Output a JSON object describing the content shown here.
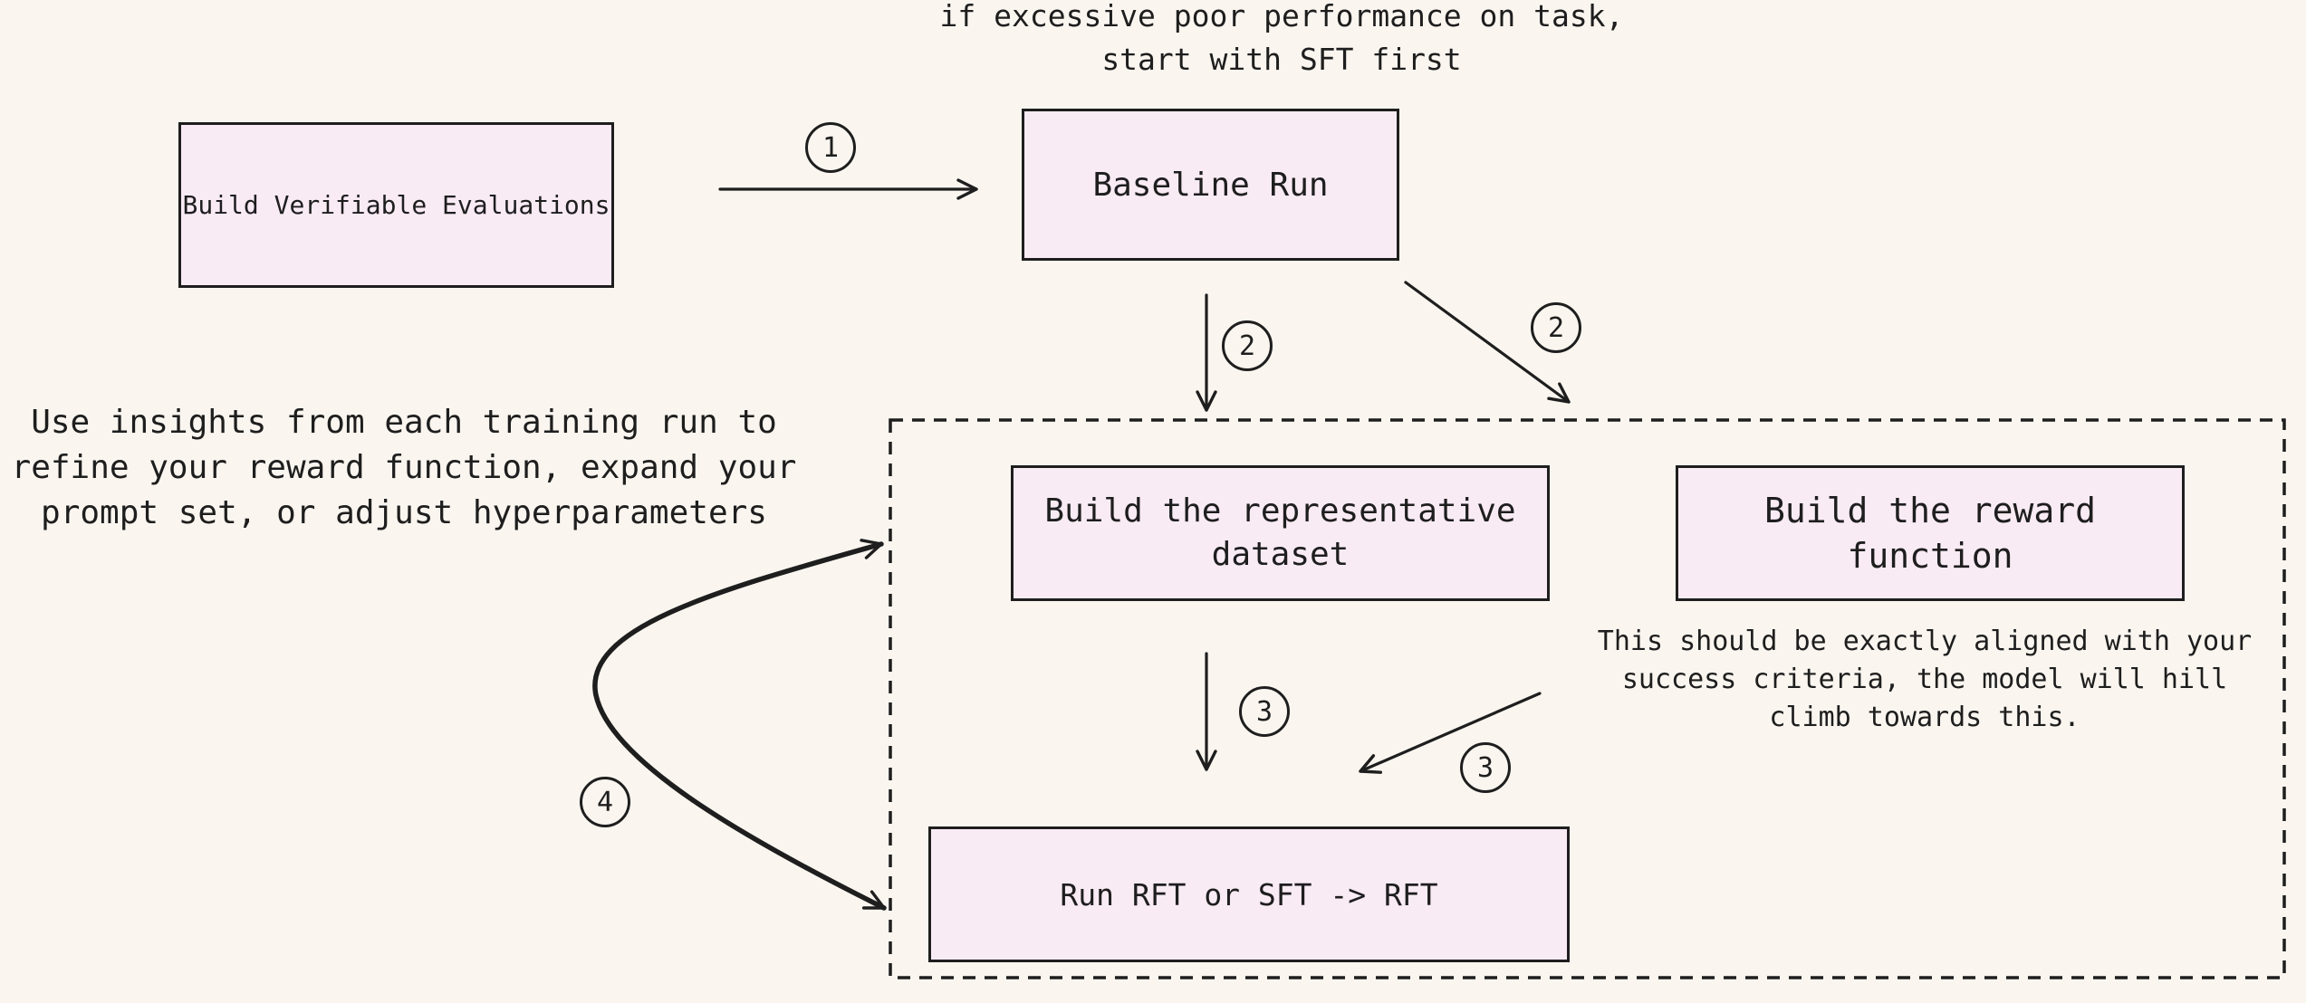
{
  "canvas": {
    "background": "#faf5ef",
    "stroke_color": "#1e1e1e",
    "node_fill": "#f9ebf4"
  },
  "notes": {
    "top": {
      "line1": "if excessive poor performance on task,",
      "line2": "start with SFT first"
    },
    "left": {
      "line1": "Use insights from each training run to",
      "line2": "refine your reward function, expand your",
      "line3": "prompt set, or adjust hyperparameters"
    },
    "reward": {
      "line1": "This should be exactly aligned with your",
      "line2": "success criteria, the model will hill",
      "line3": "climb towards this."
    }
  },
  "nodes": {
    "build_evaluations": {
      "label": "Build Verifiable Evaluations"
    },
    "baseline_run": {
      "label": "Baseline Run"
    },
    "build_dataset": {
      "line1": "Build the representative",
      "line2": "dataset"
    },
    "build_reward": {
      "line1": "Build the reward",
      "line2": "function"
    },
    "run_rft": {
      "label": "Run RFT or SFT -> RFT"
    }
  },
  "steps": {
    "one": "1",
    "two_left": "2",
    "two_right": "2",
    "three_left": "3",
    "three_right": "3",
    "four": "4"
  }
}
